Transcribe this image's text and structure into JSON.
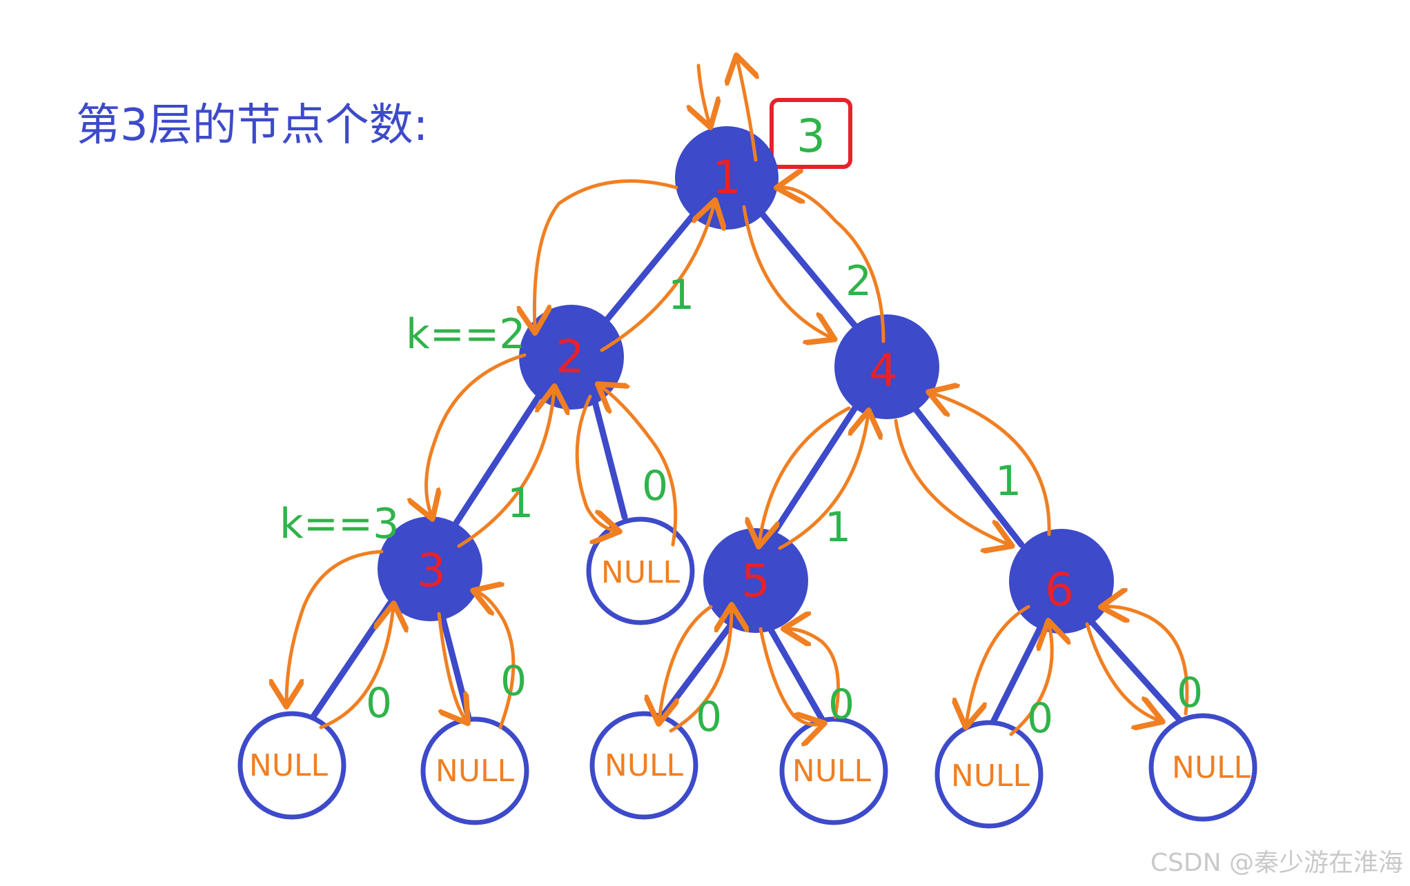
{
  "title": "第3层的节点个数:",
  "answer": "3",
  "nodes": [
    {
      "label": "1"
    },
    {
      "label": "2"
    },
    {
      "label": "4"
    },
    {
      "label": "3"
    },
    {
      "label": "5"
    },
    {
      "label": "6"
    }
  ],
  "null_label": "NULL",
  "k_labels": [
    "k==2",
    "k==3"
  ],
  "return_labels": {
    "r_2_to_1": "1",
    "r_4_to_1": "2",
    "r_3_to_2": "1",
    "r_null_to_2": "0",
    "r_5_to_4": "1",
    "r_6_to_4": "1",
    "r_null1_to_3": "0",
    "r_null2_to_3": "0",
    "r_null3_to_5": "0",
    "r_null4_to_5": "0",
    "r_null5_to_6": "0",
    "r_null6_to_6": "0"
  },
  "watermark": "CSDN @秦少游在淮海",
  "colors": {
    "node_fill": "#3d4ac9",
    "node_label": "#e8212a",
    "arrow": "#f07f22",
    "return_value": "#2fb34a",
    "answer_box": "#e8212a",
    "title": "#3d4ac9"
  }
}
